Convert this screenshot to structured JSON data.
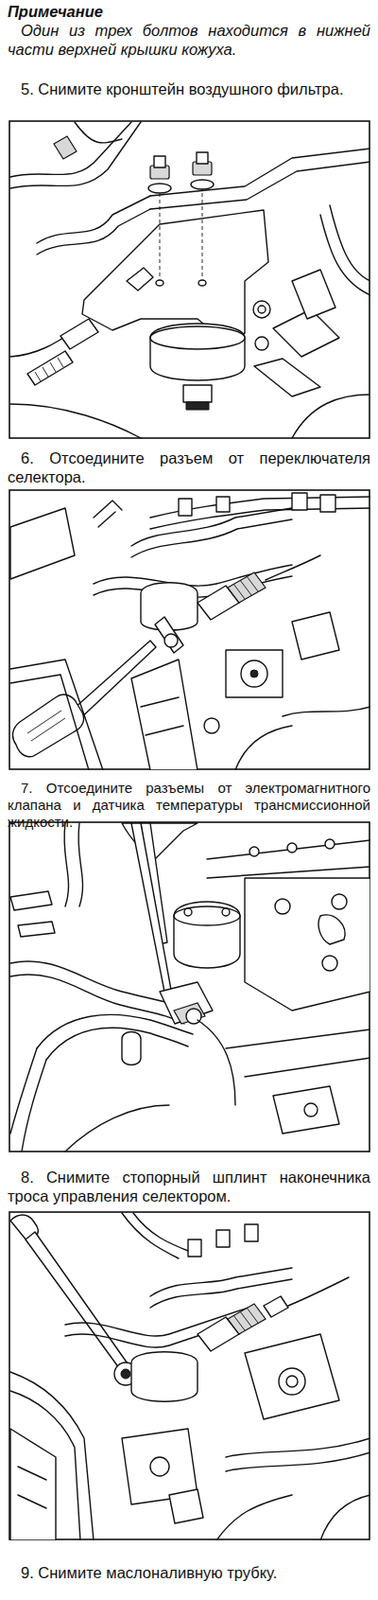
{
  "diagram": {
    "labels": [
      "Примечание",
      "Один из трех болтов находится в нижней части верхней крышки кожуха.",
      "5. Снимите кронштейн воздушного фильтра.",
      "6. Отсоедините разъем от переключателя селектора.",
      "7. Отсоедините разъемы от электромагнитного клапана и датчика температуры трансмиссионной жидкости.",
      "8. Снимите стопорный шплинт наконечника троса управления селектором.",
      "9. Снимите маслоналивную трубку."
    ]
  }
}
